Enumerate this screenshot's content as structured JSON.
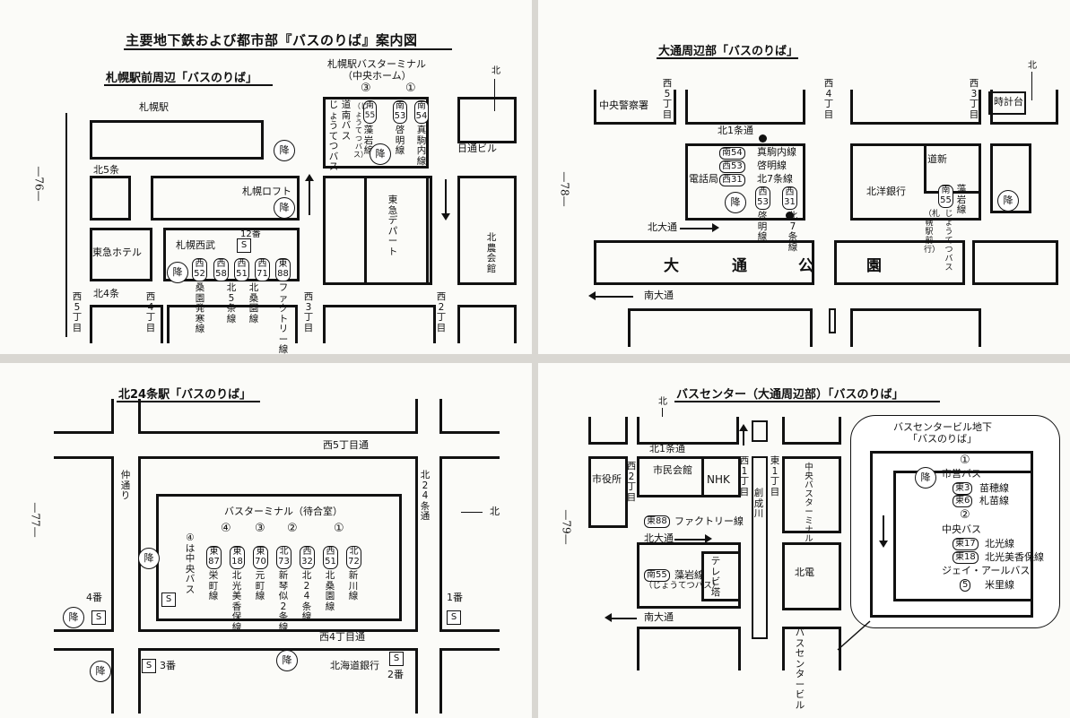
{
  "colors": {
    "ink": "#111111",
    "paper": "#fbfbf8",
    "gutter": "#d9d7d2"
  },
  "tl": {
    "title": "主要地下鉄および都市部『バスのりば』案内図",
    "subtitle": "札幌駅前周辺「バスのりば」",
    "page_num": "—76—",
    "sapporo_station": "札幌駅",
    "terminal_title": "札幌駅バスターミナル",
    "terminal_sub": "（中央ホーム）",
    "gate3": "③",
    "gate1": "①",
    "route_minami55": "南55",
    "route_minami53": "南53",
    "route_minami54": "南54",
    "line_moiwa": "藻岩線",
    "line_moiwa_paren": "（じょうてつバス）",
    "line_donan": "道南バス",
    "line_jotetsu": "じょうてつバス",
    "line_keimei": "啓明線",
    "line_makomanai": "真駒内線",
    "alight": "降",
    "nittsu_bldg": "日通ビル",
    "kita5jo": "北5条",
    "sapporo_loft": "札幌ロフト",
    "tokyu_dept": "東急デパート",
    "gate12": "12番",
    "seibu": "札幌西武",
    "tokyu_hotel": "東急ホテル",
    "stop_s": "S",
    "routes": [
      "西52",
      "西58",
      "西51",
      "西71",
      "東88"
    ],
    "line_kuwazono_hassamu": "桑園発寒線",
    "line_kita5jo": "北5条線",
    "line_kuwazono": "北桑園線",
    "line_factory": "ファクトリー線",
    "kita4jo": "北4条",
    "nishi5": "西5丁目",
    "nishi4": "西4丁目",
    "nishi3": "西3丁目",
    "nishi2": "西2丁目",
    "kita_noukai": "北農会館",
    "north": "北"
  },
  "tr": {
    "subtitle": "大通周辺部「バスのりば」",
    "page_num": "—78—",
    "nishi5": "西5丁目",
    "nishi4": "西4丁目",
    "nishi3": "西3丁目",
    "central_police": "中央警察署",
    "clock_tower": "時計台",
    "kita1jo": "北1条通",
    "r_minami54": "南54",
    "r_nishi53a": "西53",
    "r_nishi31a": "西31",
    "line_makomanai": "真駒内線",
    "line_keimei": "啓明線",
    "line_kita7jo": "北7条線",
    "denwa": "電話局",
    "r_nishi53b": "西53",
    "r_nishi31b": "西31",
    "line_keimei_v": "啓明線",
    "line_kita7jo_v": "北7条線",
    "alight": "降",
    "donan": "道新",
    "hokuyo": "北洋銀行",
    "r_minami55": "南55",
    "line_moiwa": "藻岩線",
    "line_moiwa_sub": "（札幌駅前行）",
    "line_jotetsu": "じょうてつバス",
    "kita_odori": "北大通",
    "park": [
      "大",
      "通",
      "公",
      "園"
    ],
    "minami_odori": "南大通",
    "north": "北"
  },
  "bl": {
    "subtitle": "北24条駅「バスのりば」",
    "page_num": "—77—",
    "nishi5": "西5丁目通",
    "nishi4": "西4丁目通",
    "naka_dori": "仲通り",
    "kita24": "北24条通",
    "terminal": "バスターミナル（待合室）",
    "gates": [
      "④",
      "③",
      "②",
      "①"
    ],
    "chuo_bus_note": "④は中央バス",
    "routes": [
      "東87",
      "東18",
      "東70",
      "北73",
      "西32",
      "西51",
      "北72"
    ],
    "lines": [
      "栄町線",
      "北光美香保線",
      "元町線",
      "新琴似2条線",
      "北24条線",
      "北桑園線",
      "新川線"
    ],
    "gate4": "4番",
    "gate1": "1番",
    "gate3": "3番",
    "gate2": "2番",
    "hokkaido_bank": "北海道銀行",
    "alight": "降",
    "stop_s": "S",
    "north": "北"
  },
  "br": {
    "subtitle": "バスセンター（大通周辺部）「バスのりば」",
    "page_num": "—79—",
    "kita1jo": "北1条通",
    "shiyakusho": "市役所",
    "nishi2": "西2丁目",
    "shiminkaikan": "市民会館",
    "nhk": "NHK",
    "nishi1": "西1丁目",
    "higashi1": "東1丁目",
    "chuo_bus_terminal": "中央バスターミナル",
    "sosei": "創成川",
    "r_higashi88": "東88",
    "line_factory": "ファクトリー線",
    "kita_odori": "北大通",
    "r_minami55": "南55",
    "line_moiwa": "藻岩線",
    "line_jotetsu": "（じょうてつバス）",
    "tv_tower": "テレビ塔",
    "hokuden": "北電",
    "minami_odori": "南大通",
    "bc_bldg": "バスセンタービル",
    "north": "北",
    "bubble_title": "バスセンタービル地下",
    "bubble_sub": "「バスのりば」",
    "alight": "降",
    "gate1": "①",
    "gate2": "②",
    "shiei": "市営バス",
    "r_higashi3": "東3",
    "line_naebo": "苗穂線",
    "r_higashi6": "東6",
    "line_sapporo": "札苗線",
    "chuo": "中央バス",
    "r_higashi17": "東17",
    "line_hokko": "北光線",
    "r_higashi18": "東18",
    "line_hokko_mikaho": "北光美香保線",
    "jr_bus": "ジェイ・アールバス",
    "r_5": "5",
    "line_yonesato": "米里線"
  }
}
